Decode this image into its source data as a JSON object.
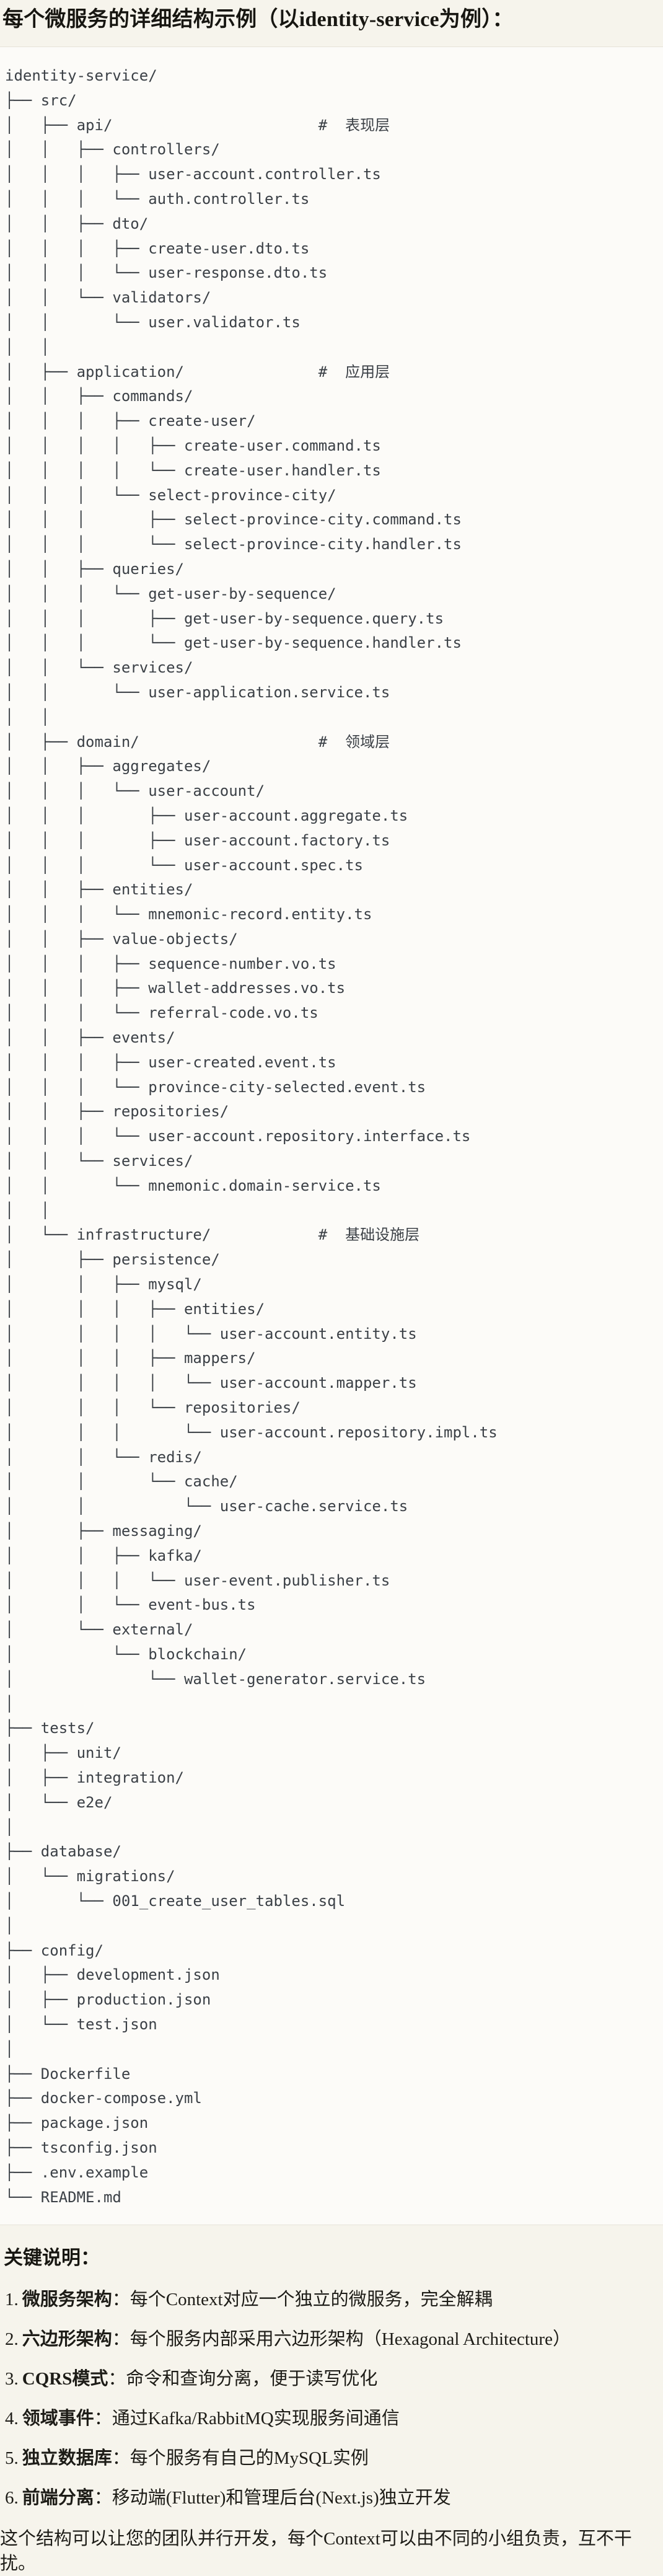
{
  "title": "每个微服务的详细结构示例（以identity-service为例）：",
  "code_block": {
    "language": "text",
    "tree_lines": [
      "identity-service/",
      "├── src/",
      "│   ├── api/                       #  表现层",
      "│   │   ├── controllers/",
      "│   │   │   ├── user-account.controller.ts",
      "│   │   │   └── auth.controller.ts",
      "│   │   ├── dto/",
      "│   │   │   ├── create-user.dto.ts",
      "│   │   │   └── user-response.dto.ts",
      "│   │   └── validators/",
      "│   │       └── user.validator.ts",
      "│   │",
      "│   ├── application/               #  应用层",
      "│   │   ├── commands/",
      "│   │   │   ├── create-user/",
      "│   │   │   │   ├── create-user.command.ts",
      "│   │   │   │   └── create-user.handler.ts",
      "│   │   │   └── select-province-city/",
      "│   │   │       ├── select-province-city.command.ts",
      "│   │   │       └── select-province-city.handler.ts",
      "│   │   ├── queries/",
      "│   │   │   └── get-user-by-sequence/",
      "│   │   │       ├── get-user-by-sequence.query.ts",
      "│   │   │       └── get-user-by-sequence.handler.ts",
      "│   │   └── services/",
      "│   │       └── user-application.service.ts",
      "│   │",
      "│   ├── domain/                    #  领域层",
      "│   │   ├── aggregates/",
      "│   │   │   └── user-account/",
      "│   │   │       ├── user-account.aggregate.ts",
      "│   │   │       ├── user-account.factory.ts",
      "│   │   │       └── user-account.spec.ts",
      "│   │   ├── entities/",
      "│   │   │   └── mnemonic-record.entity.ts",
      "│   │   ├── value-objects/",
      "│   │   │   ├── sequence-number.vo.ts",
      "│   │   │   ├── wallet-addresses.vo.ts",
      "│   │   │   └── referral-code.vo.ts",
      "│   │   ├── events/",
      "│   │   │   ├── user-created.event.ts",
      "│   │   │   └── province-city-selected.event.ts",
      "│   │   ├── repositories/",
      "│   │   │   └── user-account.repository.interface.ts",
      "│   │   └── services/",
      "│   │       └── mnemonic.domain-service.ts",
      "│   │",
      "│   └── infrastructure/            #  基础设施层",
      "│       ├── persistence/",
      "│       │   ├── mysql/",
      "│       │   │   ├── entities/",
      "│       │   │   │   └── user-account.entity.ts",
      "│       │   │   ├── mappers/",
      "│       │   │   │   └── user-account.mapper.ts",
      "│       │   │   └── repositories/",
      "│       │   │       └── user-account.repository.impl.ts",
      "│       │   └── redis/",
      "│       │       └── cache/",
      "│       │           └── user-cache.service.ts",
      "│       ├── messaging/",
      "│       │   ├── kafka/",
      "│       │   │   └── user-event.publisher.ts",
      "│       │   └── event-bus.ts",
      "│       └── external/",
      "│           └── blockchain/",
      "│               └── wallet-generator.service.ts",
      "│",
      "├── tests/",
      "│   ├── unit/",
      "│   ├── integration/",
      "│   └── e2e/",
      "│",
      "├── database/",
      "│   └── migrations/",
      "│       └── 001_create_user_tables.sql",
      "│",
      "├── config/",
      "│   ├── development.json",
      "│   ├── production.json",
      "│   └── test.json",
      "│",
      "├── Dockerfile",
      "├── docker-compose.yml",
      "├── package.json",
      "├── tsconfig.json",
      "├── .env.example",
      "└── README.md"
    ]
  },
  "notes": {
    "heading": "关键说明：",
    "items": [
      {
        "num": "1.",
        "label": "微服务架构",
        "text": "：每个Context对应一个独立的微服务，完全解耦"
      },
      {
        "num": "2.",
        "label": "六边形架构",
        "text": "：每个服务内部采用六边形架构（Hexagonal Architecture）"
      },
      {
        "num": "3.",
        "label": "CQRS模式",
        "text": "：命令和查询分离，便于读写优化"
      },
      {
        "num": "4.",
        "label": "领域事件",
        "text": "：通过Kafka/RabbitMQ实现服务间通信"
      },
      {
        "num": "5.",
        "label": "独立数据库",
        "text": "：每个服务有自己的MySQL实例"
      },
      {
        "num": "6.",
        "label": "前端分离",
        "text": "：移动端(Flutter)和管理后台(Next.js)独立开发"
      }
    ],
    "footer": "这个结构可以让您的团队并行开发，每个Context可以由不同的小组负责，互不干扰。"
  },
  "colors": {
    "page_bg": "#f6f4ec",
    "code_bg": "#fcfbf8",
    "code_border": "#e6e3d9",
    "code_text": "#3b4046",
    "prose_text": "#1d1c17",
    "heading_text": "#171611"
  }
}
